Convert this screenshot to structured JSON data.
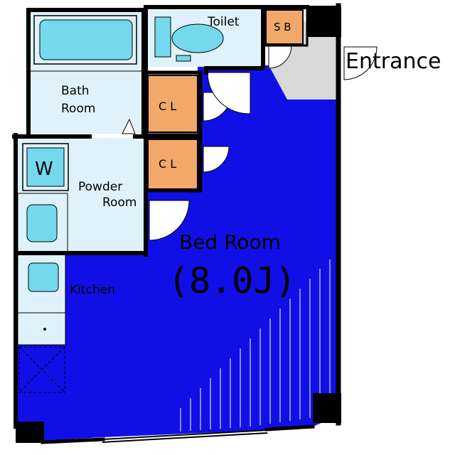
{
  "floorplan": {
    "rooms": {
      "toilet": "Toilet",
      "sb": "S B",
      "entrance": "Entrance",
      "bath_line1": "Bath",
      "bath_line2": "Room",
      "cl_upper": "C L",
      "cl_lower": "C L",
      "washer": "W",
      "powder_line1": "Powder",
      "powder_line2": "Room",
      "bedroom_name": "Bed Room",
      "bedroom_size": "(8.0J)",
      "kitchen": "Kitchen"
    },
    "colors": {
      "bedroom": "#1010e6",
      "wet_area": "#dff2fb",
      "fixture": "#74d9ec",
      "closet": "#f2a86a",
      "entrance_floor": "#d9d9d9",
      "wall": "#000000"
    }
  }
}
